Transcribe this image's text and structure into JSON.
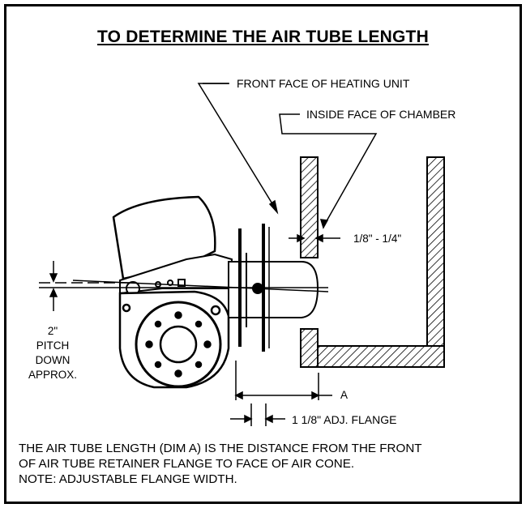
{
  "title": "TO DETERMINE THE AIR TUBE LENGTH",
  "labels": {
    "front_face": "FRONT FACE OF HEATING UNIT",
    "inside_face": "INSIDE FACE OF CHAMBER",
    "gap": "1/8\" - 1/4\"",
    "pitch_lines": [
      "2\"",
      "PITCH",
      "DOWN",
      "APPROX."
    ],
    "dim_a": "A",
    "flange": "1 1/8\"  ADJ. FLANGE"
  },
  "notes": [
    "THE AIR TUBE LENGTH (DIM A) IS THE DISTANCE FROM THE FRONT",
    "OF AIR TUBE RETAINER FLANGE TO FACE OF AIR CONE.",
    "NOTE: ADJUSTABLE FLANGE WIDTH."
  ],
  "colors": {
    "ink": "#000000",
    "paper": "#ffffff"
  }
}
